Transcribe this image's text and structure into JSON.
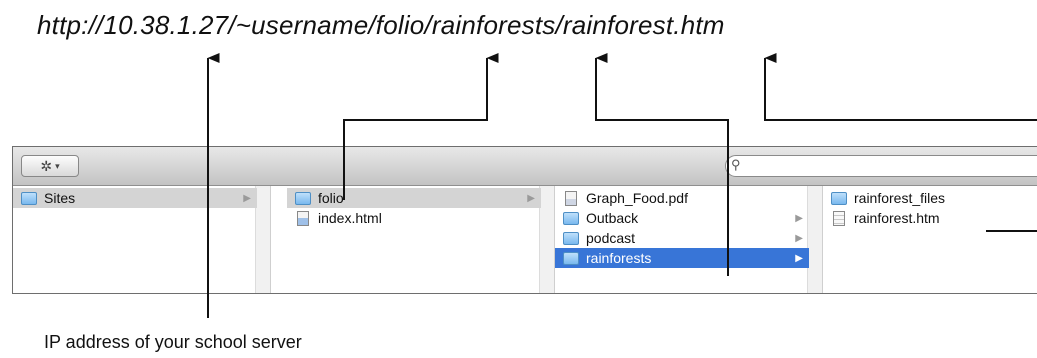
{
  "url_text": "http://10.38.1.27/~username/folio/rainforests/rainforest.htm",
  "caption": "IP address of your school server",
  "toolbar": {
    "action_icon": "gear-icon",
    "search_icon": "magnifier-icon",
    "search_value": ""
  },
  "columns": [
    {
      "items": [
        {
          "label": "Sites",
          "icon": "folder-icon",
          "has_children": true,
          "selected": "gray"
        }
      ]
    },
    {
      "items": [
        {
          "label": "folio",
          "icon": "folder-icon",
          "has_children": true,
          "selected": "gray"
        },
        {
          "label": "index.html",
          "icon": "html-file-icon",
          "has_children": false,
          "selected": "none"
        }
      ]
    },
    {
      "items": [
        {
          "label": "Graph_Food.pdf",
          "icon": "pdf-file-icon",
          "has_children": false,
          "selected": "none"
        },
        {
          "label": "Outback",
          "icon": "folder-icon",
          "has_children": true,
          "selected": "none"
        },
        {
          "label": "podcast",
          "icon": "folder-icon",
          "has_children": true,
          "selected": "none"
        },
        {
          "label": "rainforests",
          "icon": "folder-icon",
          "has_children": true,
          "selected": "blue"
        }
      ]
    },
    {
      "items": [
        {
          "label": "rainforest_files",
          "icon": "folder-icon",
          "has_children": false,
          "selected": "none"
        },
        {
          "label": "rainforest.htm",
          "icon": "htm-file-icon",
          "has_children": false,
          "selected": "none"
        }
      ]
    }
  ],
  "colors": {
    "selection_blue": "#3875d7",
    "selection_gray": "#d4d4d4"
  }
}
